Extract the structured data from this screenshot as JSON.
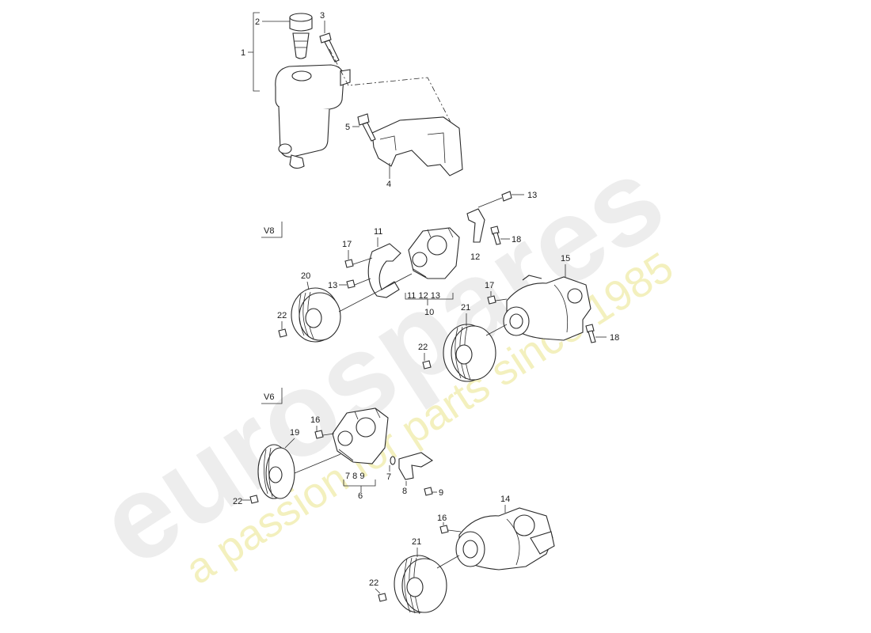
{
  "watermark": {
    "brand": "eurospares",
    "tagline": "a passion for parts since 1985",
    "tagline_color": "#e6e070"
  },
  "variants": {
    "v8": "V8",
    "v6": "V6"
  },
  "callouts": [
    "1",
    "2",
    "3",
    "4",
    "5",
    "13",
    "11",
    "17",
    "12",
    "18",
    "20",
    "13",
    "22",
    "15",
    "17",
    "21",
    "22",
    "18",
    "16",
    "19",
    "7",
    "22",
    "8",
    "9",
    "14",
    "16",
    "21",
    "22",
    "10",
    "6",
    "11 12 13",
    "7 8 9"
  ]
}
